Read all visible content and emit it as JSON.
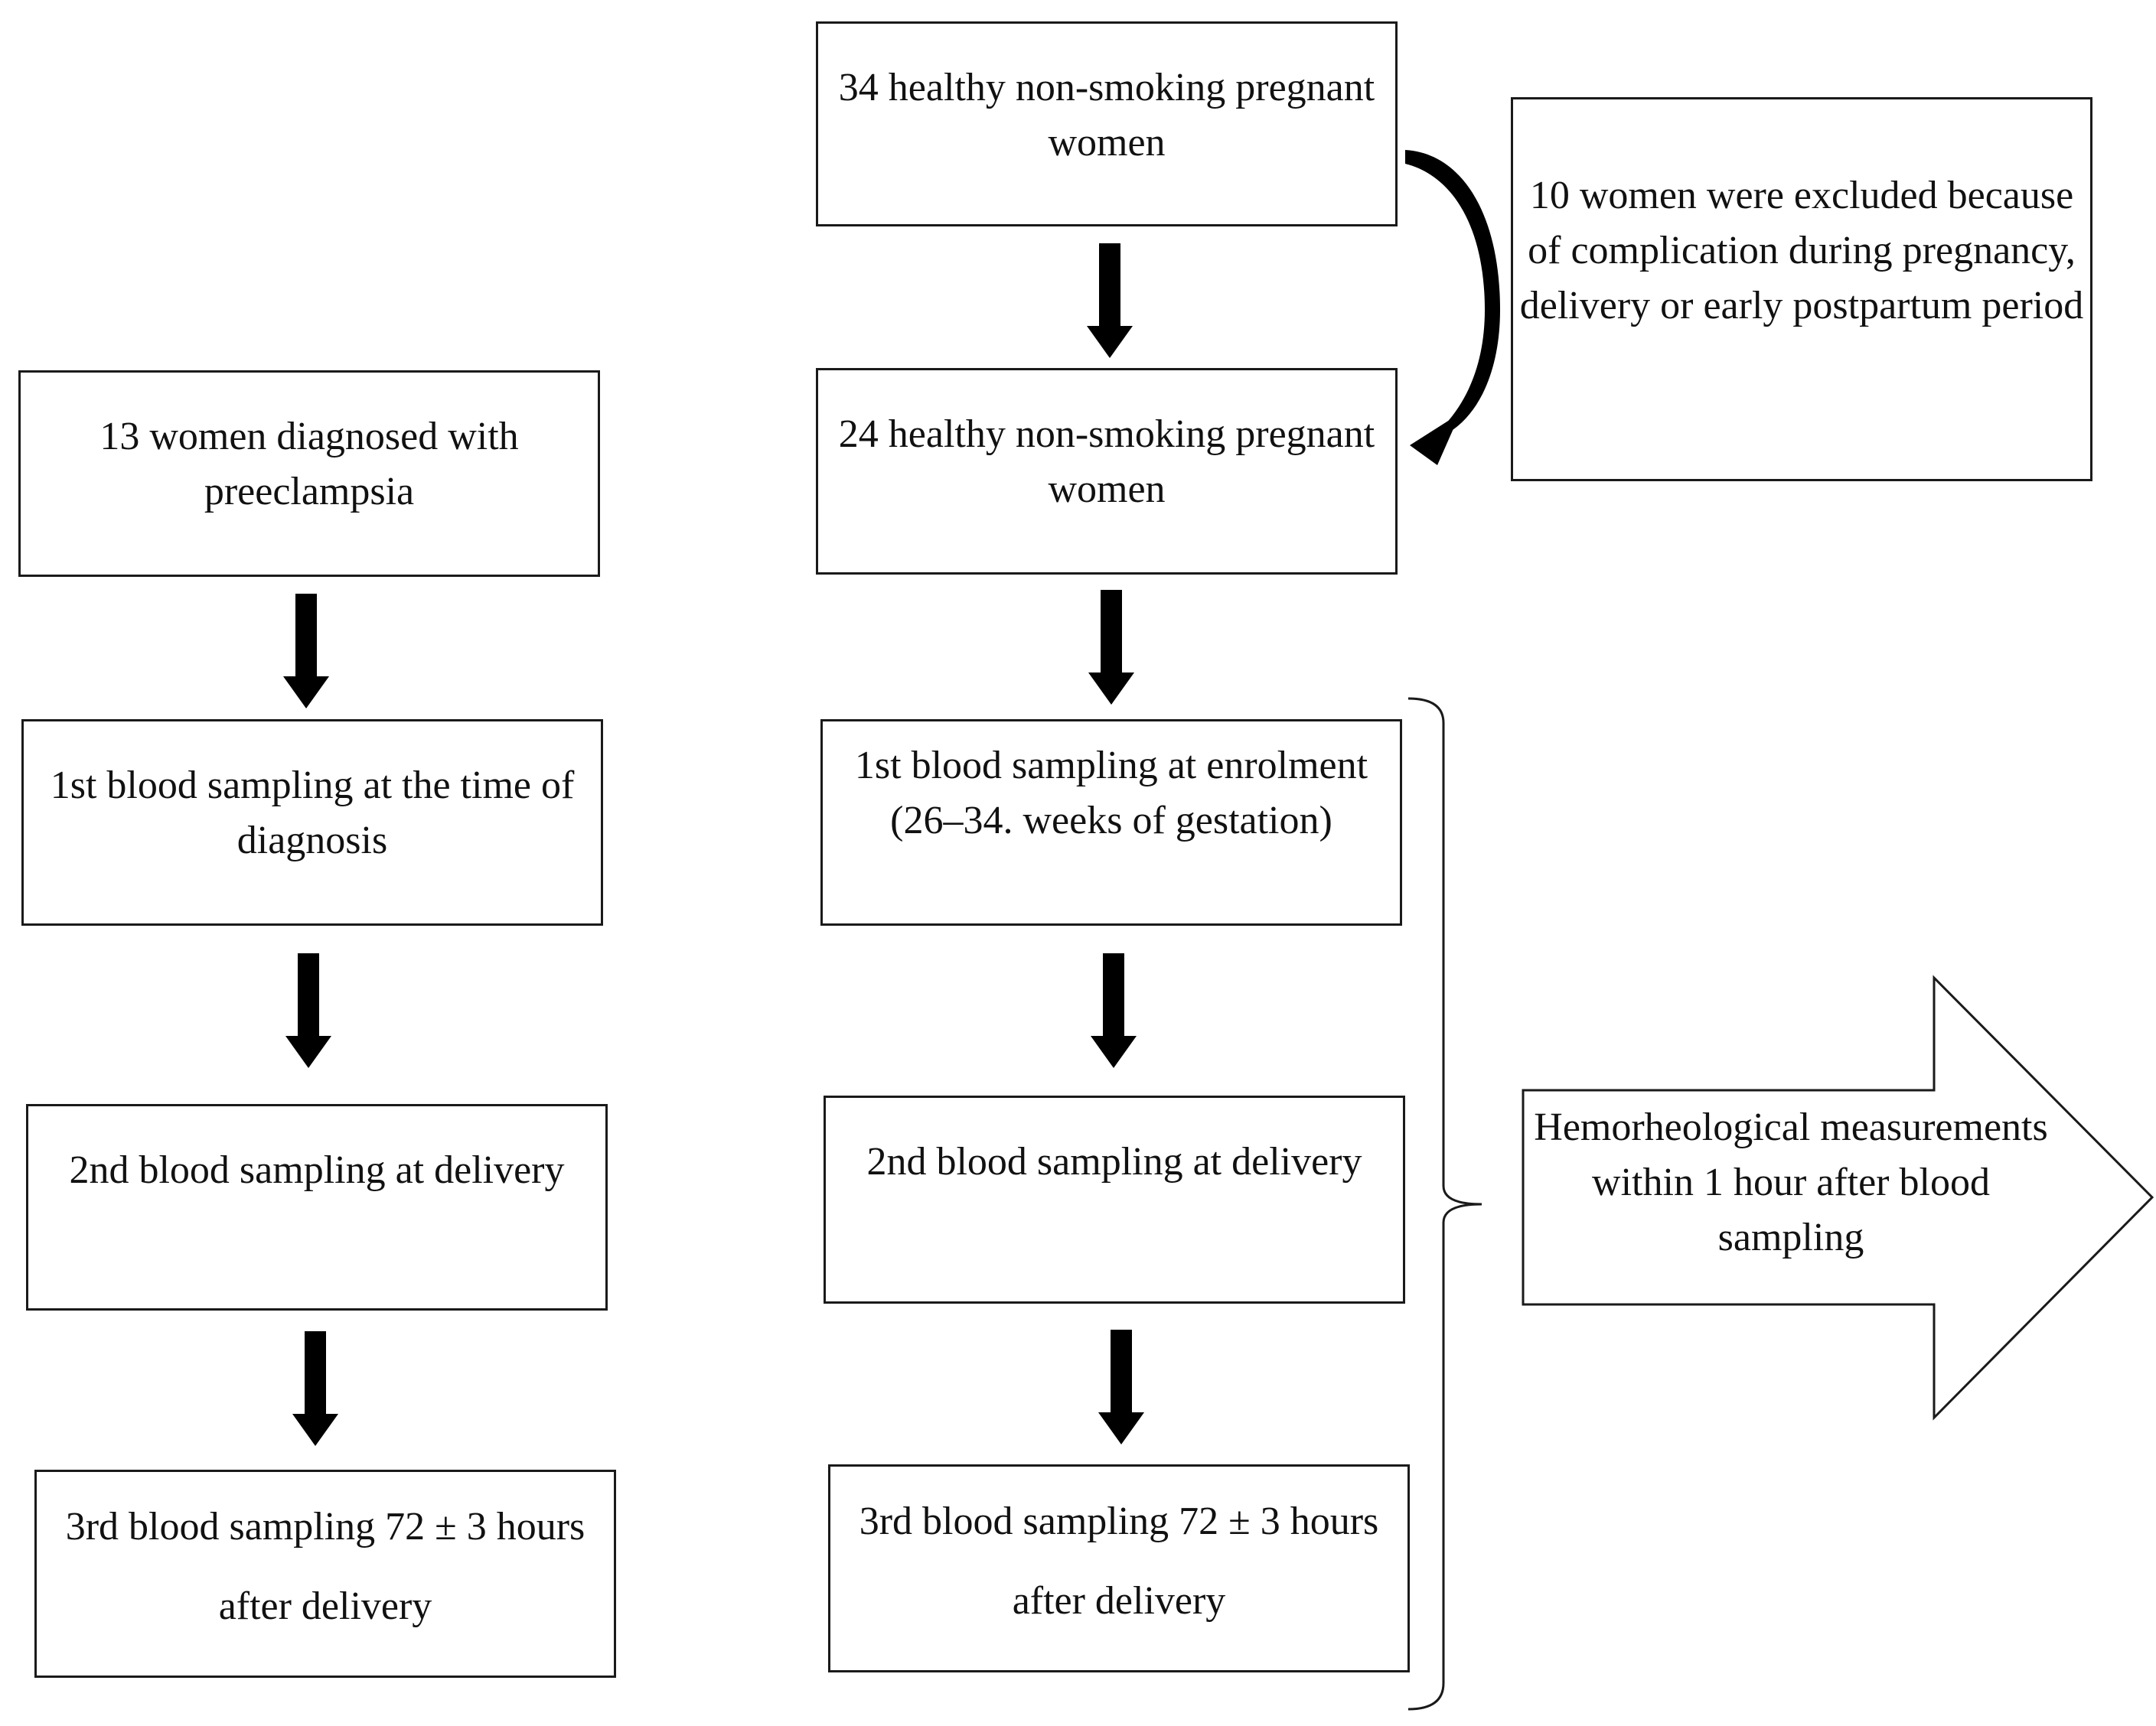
{
  "flowchart": {
    "top_box": "34 healthy non-smoking pregnant women",
    "excluded_box": "10 women were excluded because of complication during pregnancy, delivery or early postpartum period",
    "healthy_box": "24 healthy non-smoking pregnant women",
    "preeclampsia_box": "13 women diagnosed with preeclampsia",
    "preeclampsia_sampling": [
      "1st blood sampling at the time of diagnosis",
      "2nd blood sampling at delivery",
      "3rd blood sampling 72 ± 3 hours after delivery"
    ],
    "healthy_sampling": [
      "1st blood sampling at enrolment (26–34. weeks of gestation)",
      "2nd blood sampling at delivery",
      "3rd blood sampling 72 ± 3 hours after delivery"
    ],
    "measurement_arrow": "Hemorheological measurements within 1 hour after blood sampling"
  },
  "colors": {
    "line": "#1a1a1a",
    "arrow_fill": "#000000",
    "background": "#ffffff"
  }
}
